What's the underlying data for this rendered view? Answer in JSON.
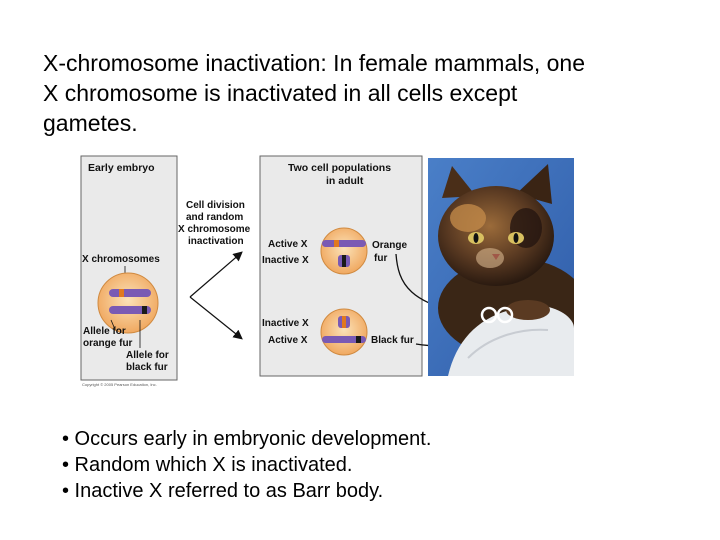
{
  "title_lines": [
    "X-chromosome inactivation: In female mammals, one",
    "X chromosome is inactivated in all cells except",
    "gametes."
  ],
  "figure": {
    "panel_left_title": "Early embryo",
    "x_chromosomes_label": "X chromosomes",
    "allele_orange_lines": [
      "Allele for",
      "orange fur"
    ],
    "allele_black_lines": [
      "Allele for",
      "black fur"
    ],
    "copyright": "Copyright © 2005 Pearson Education, Inc.",
    "process_lines": [
      "Cell division",
      "and random",
      "X chromosome",
      "inactivation"
    ],
    "panel_right_title_lines": [
      "Two cell populations",
      "in adult"
    ],
    "top_cell": {
      "active": "Active X",
      "inactive": "Inactive X",
      "fur": [
        "Orange",
        "fur"
      ]
    },
    "bottom_cell": {
      "inactive": "Inactive X",
      "active": "Active X",
      "fur": [
        "Black fur"
      ]
    },
    "colors": {
      "cell": "#f3b36e",
      "cell_center": "#fbe2b8",
      "chromosome": "#7a5ab4",
      "orange_band": "#e07820",
      "black_band": "#1a1a1a",
      "panel_bg": "#eaeaea"
    }
  },
  "bullets": [
    "• Occurs early in embryonic development.",
    "• Random which X is inactivated.",
    "• Inactive X referred to as Barr body."
  ]
}
